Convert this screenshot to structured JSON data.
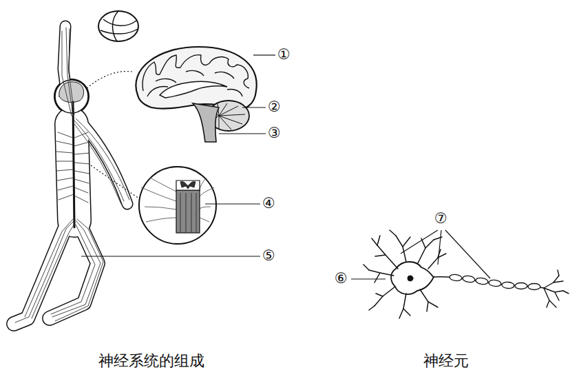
{
  "diagram": {
    "labels": [
      "①",
      "②",
      "③",
      "④",
      "⑤",
      "⑥",
      "⑦",
      "神经系统的组成",
      "神经元"
    ]
  }
}
